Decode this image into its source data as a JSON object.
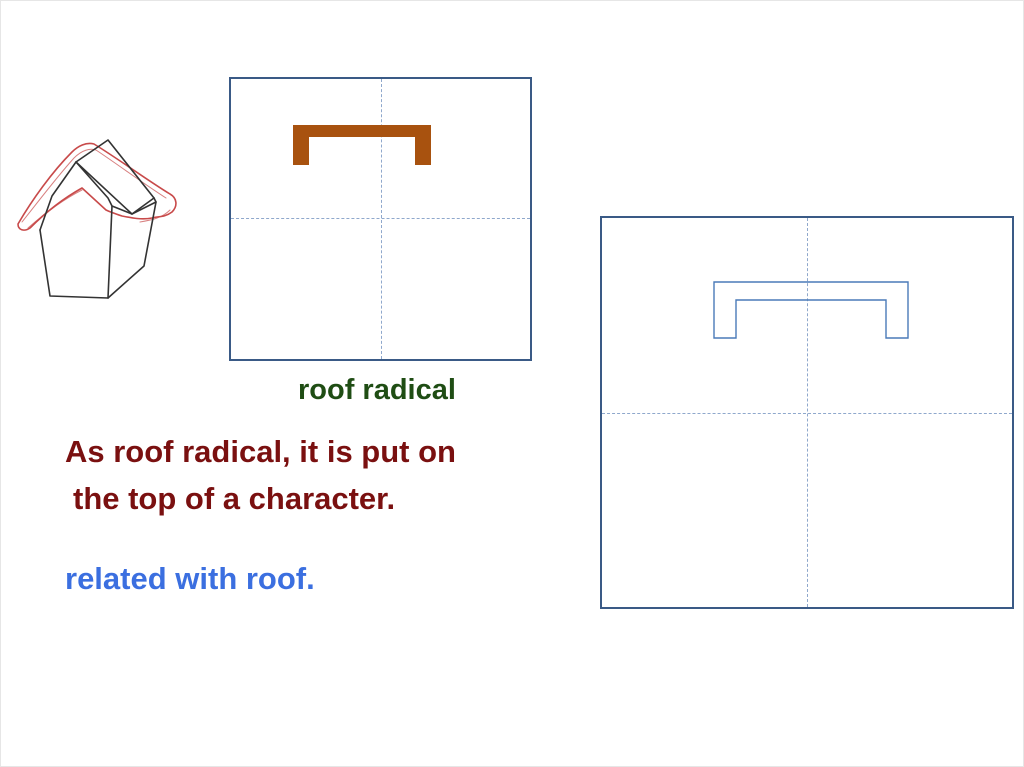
{
  "slide": {
    "radical_name": "roof radical",
    "description_lines": [
      "As roof radical, it is put on",
      " the top of a character."
    ],
    "meaning": "related with roof."
  },
  "colors": {
    "radical_name": "#1f4d14",
    "description": "#7a1010",
    "meaning": "#3b6fe0",
    "box_border": "#3a5a86",
    "guide_line": "#8fa8cc",
    "stroke_fill": "#a8520f",
    "outline_stroke": "#4a7ab8",
    "sketch_red": "#c84a4a",
    "sketch_dark": "#333333"
  },
  "icons": {
    "house_sketch": "house-sketch-icon",
    "roof_stroke": "roof-radical-icon",
    "roof_outline": "roof-radical-outline-icon"
  }
}
